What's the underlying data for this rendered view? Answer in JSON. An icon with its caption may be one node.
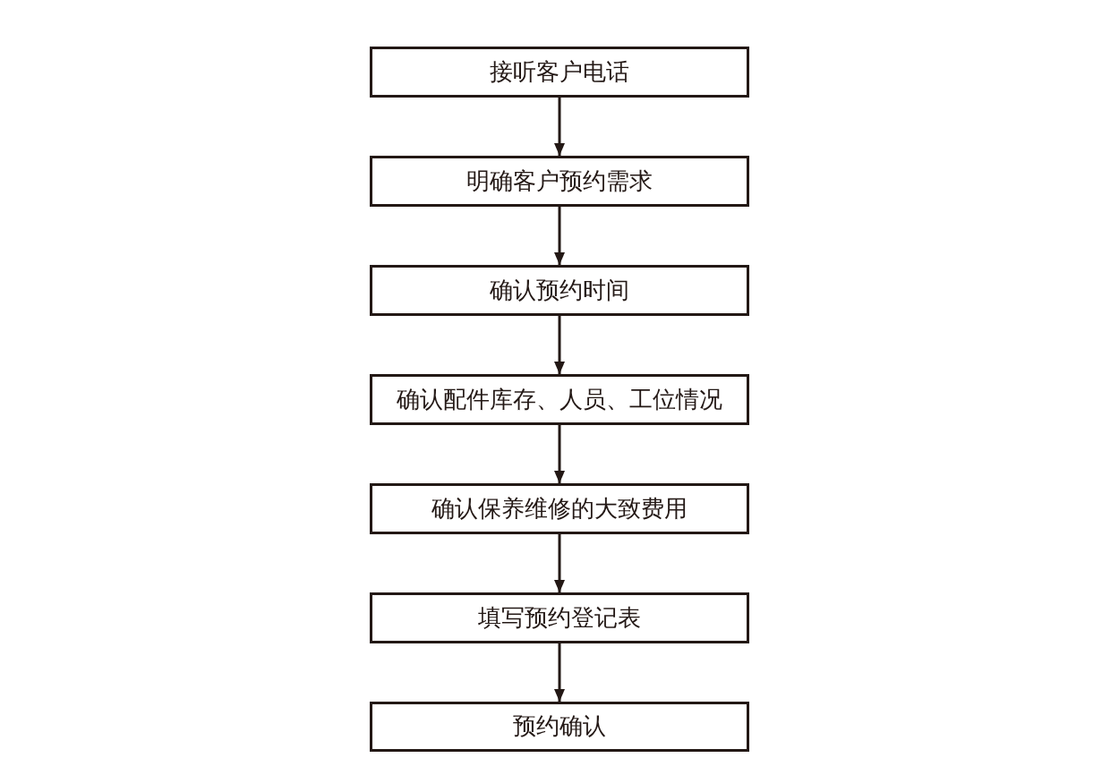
{
  "diagram": {
    "nodes": [
      {
        "text": [
          "接听客户电话"
        ]
      },
      {
        "text": [
          "明确客户预约需求"
        ]
      },
      {
        "text": [
          "确认预约时间"
        ]
      },
      {
        "text": [
          "确认配件库存、人员、工位情况"
        ]
      },
      {
        "text": [
          "确认保养维修的大致费用"
        ]
      },
      {
        "text": [
          "填写预约登记表"
        ]
      },
      {
        "text": [
          "预约确认"
        ]
      }
    ],
    "edges": [
      {
        "from": 0,
        "to": 1,
        "arrow": "to"
      },
      {
        "from": 1,
        "to": 2,
        "arrow": "to"
      },
      {
        "from": 2,
        "to": 3,
        "arrow": "to"
      },
      {
        "from": 3,
        "to": 4,
        "arrow": "to"
      },
      {
        "from": 4,
        "to": 5,
        "arrow": "to"
      },
      {
        "from": 5,
        "to": 6,
        "arrow": "to"
      }
    ]
  }
}
